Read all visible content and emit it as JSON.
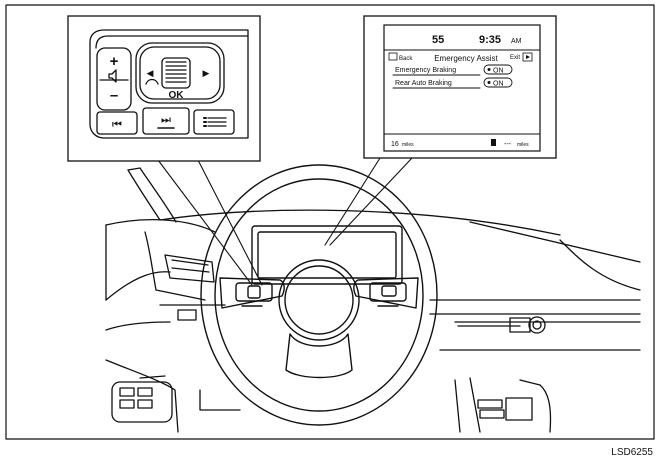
{
  "figure_code": "LSD6255",
  "switch_callout": {
    "plus_label": "+",
    "minus_label": "–",
    "ok_label": "OK",
    "left_arrow": "◀",
    "right_arrow": "▶",
    "prev_track_icon": "⏮",
    "next_track_icon": "⏭"
  },
  "display_callout": {
    "speed": "55",
    "time": "9:35",
    "ampm": "AM",
    "back_label": "Back",
    "menu_title": "Emergency Assist",
    "exit_label": "Exit",
    "rows": [
      {
        "label": "Emergency Braking",
        "value": "ON"
      },
      {
        "label": "Rear Auto Braking",
        "value": "ON"
      }
    ],
    "odometer": "16",
    "odometer_unit": "miles",
    "range": "---",
    "range_unit": "miles"
  },
  "colors": {
    "line": "#111111",
    "background": "#ffffff"
  }
}
